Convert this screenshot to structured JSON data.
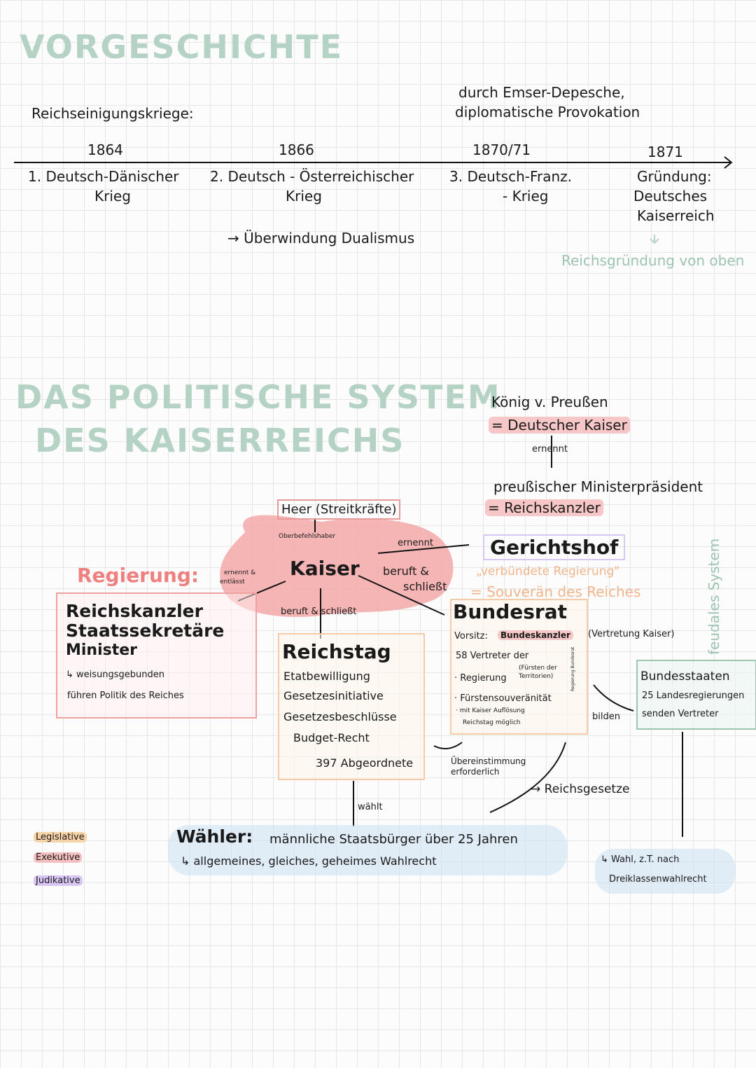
{
  "vorgeschichte": {
    "title": "VORGESCHICHTE",
    "label": "Reichseinigungskriege:",
    "note_top": [
      "durch Emser-Depesche,",
      "diplomatische Provokation"
    ],
    "events": [
      {
        "year": "1864",
        "text": [
          "1. Deutsch-Dänischer",
          "Krieg"
        ]
      },
      {
        "year": "1866",
        "text": [
          "2. Deutsch - Österreichischer",
          "Krieg"
        ]
      },
      {
        "year": "1870/71",
        "text": [
          "3. Deutsch-Franz.",
          "- Krieg"
        ]
      },
      {
        "year": "1871",
        "text": [
          "Gründung:",
          "Deutsches",
          "Kaiserreich"
        ]
      }
    ],
    "result_1866": "→ Überwindung Dualismus",
    "result_1871": "Reichsgründung von oben"
  },
  "system": {
    "title": [
      "DAS POLITISCHE SYSTEM",
      "DES KAISERREICHS"
    ],
    "koenig": {
      "line1": "König v. Preußen",
      "line2": "= Deutscher Kaiser",
      "arrow_label": "ernennt",
      "line3": "preußischer Ministerpräsident",
      "line4": "= Reichskanzler"
    },
    "heer": "Heer (Streitkräfte)",
    "oberbefehl": "Oberbefehlshaber",
    "kaiser": "Kaiser",
    "ernennt": "ernennt",
    "ernennt_entlaesst": [
      "ernennt &",
      "entlässt"
    ],
    "beruft_schliesst_right": [
      "beruft &",
      "schließt"
    ],
    "beruft_schliesst": "beruft & schließt",
    "gerichtshof": "Gerichtshof",
    "verbuendete": "„verbündete Regierung\"",
    "souveraen": "= Souverän des Reiches",
    "regierung": {
      "heading": "Regierung:",
      "lines": [
        "Reichskanzler",
        "Staatssekretäre",
        "Minister"
      ],
      "note1": "↳ weisungsgebunden",
      "note2": "führen Politik des Reiches"
    },
    "reichstag": {
      "title": "Reichstag",
      "items": [
        "Etatbewilligung",
        "Gesetzesinitiative",
        "Gesetzesbeschlüsse",
        "Budget-Recht"
      ],
      "count": "397 Abgeordnete"
    },
    "bundesrat": {
      "title": "Bundesrat",
      "vorsitz": "Vorsitz:",
      "vorsitz_value": "Bundeskanzler",
      "vertretung": "(Vertretung Kaiser)",
      "line1": "58 Vertreter der",
      "item1": "· Regierung",
      "item1_note": [
        "(Fürsten der",
        "Territorien)"
      ],
      "item2": "· Fürstensouveränität",
      "item3": [
        "· mit Kaiser Auflösung",
        "Reichstag möglich"
      ],
      "side_note": "Regierung Bundesrat"
    },
    "bilden": "bilden",
    "feudales": "feudales System",
    "bundesstaaten": {
      "title": "Bundesstaaten",
      "line1": "25 Landesregierungen",
      "line2": "senden Vertreter"
    },
    "uebereinstimmung": [
      "Übereinstimmung",
      "erforderlich"
    ],
    "reichsgesetze": "→ Reichsgesetze",
    "waehlt": "wählt",
    "waehler": {
      "title": "Wähler:",
      "text": "männliche Staatsbürger über 25 Jahren",
      "note": "↳ allgemeines, gleiches, geheimes Wahlrecht"
    },
    "wahl": [
      "↳ Wahl, z.T. nach",
      "Dreiklassenwahlrecht"
    ],
    "legend": [
      {
        "label": "Legislative",
        "color": "#f9d3a8"
      },
      {
        "label": "Exekutive",
        "color": "#f7c0c0"
      },
      {
        "label": "Judikative",
        "color": "#d9c6f5"
      }
    ]
  }
}
